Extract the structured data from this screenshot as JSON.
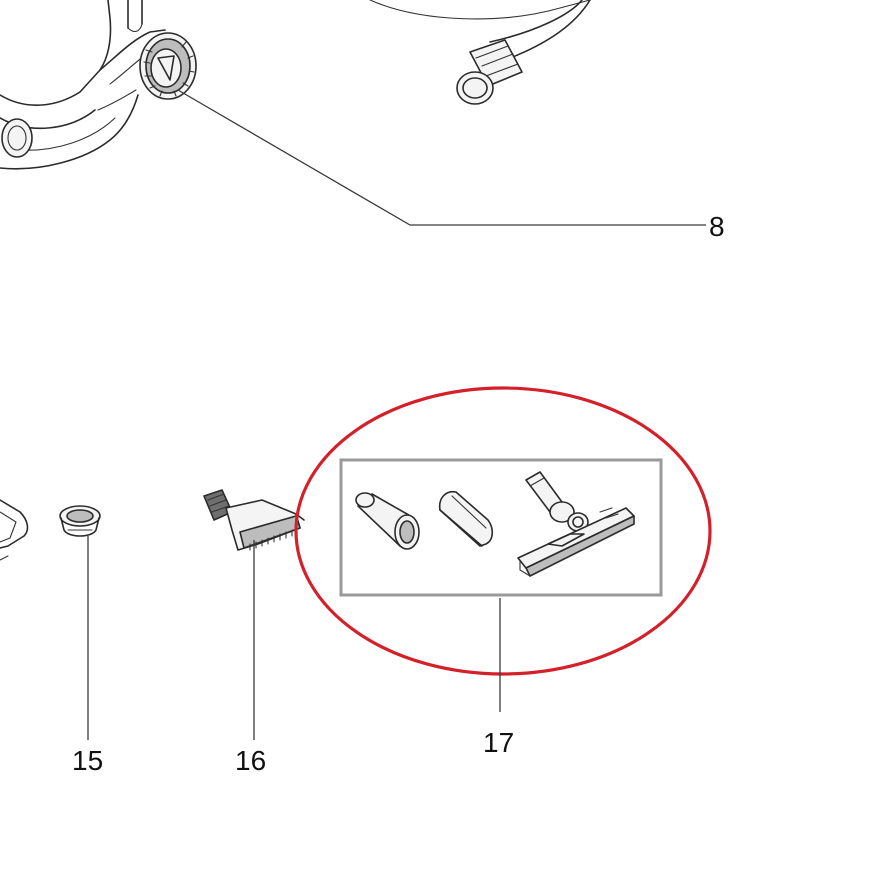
{
  "diagram": {
    "labels": {
      "part_8": "8",
      "part_15": "15",
      "part_16": "16",
      "part_17": "17"
    },
    "colors": {
      "highlight_ellipse": "#d4202a",
      "group_frame": "#9a9a9a",
      "line_art": "#2b2b2b"
    }
  }
}
